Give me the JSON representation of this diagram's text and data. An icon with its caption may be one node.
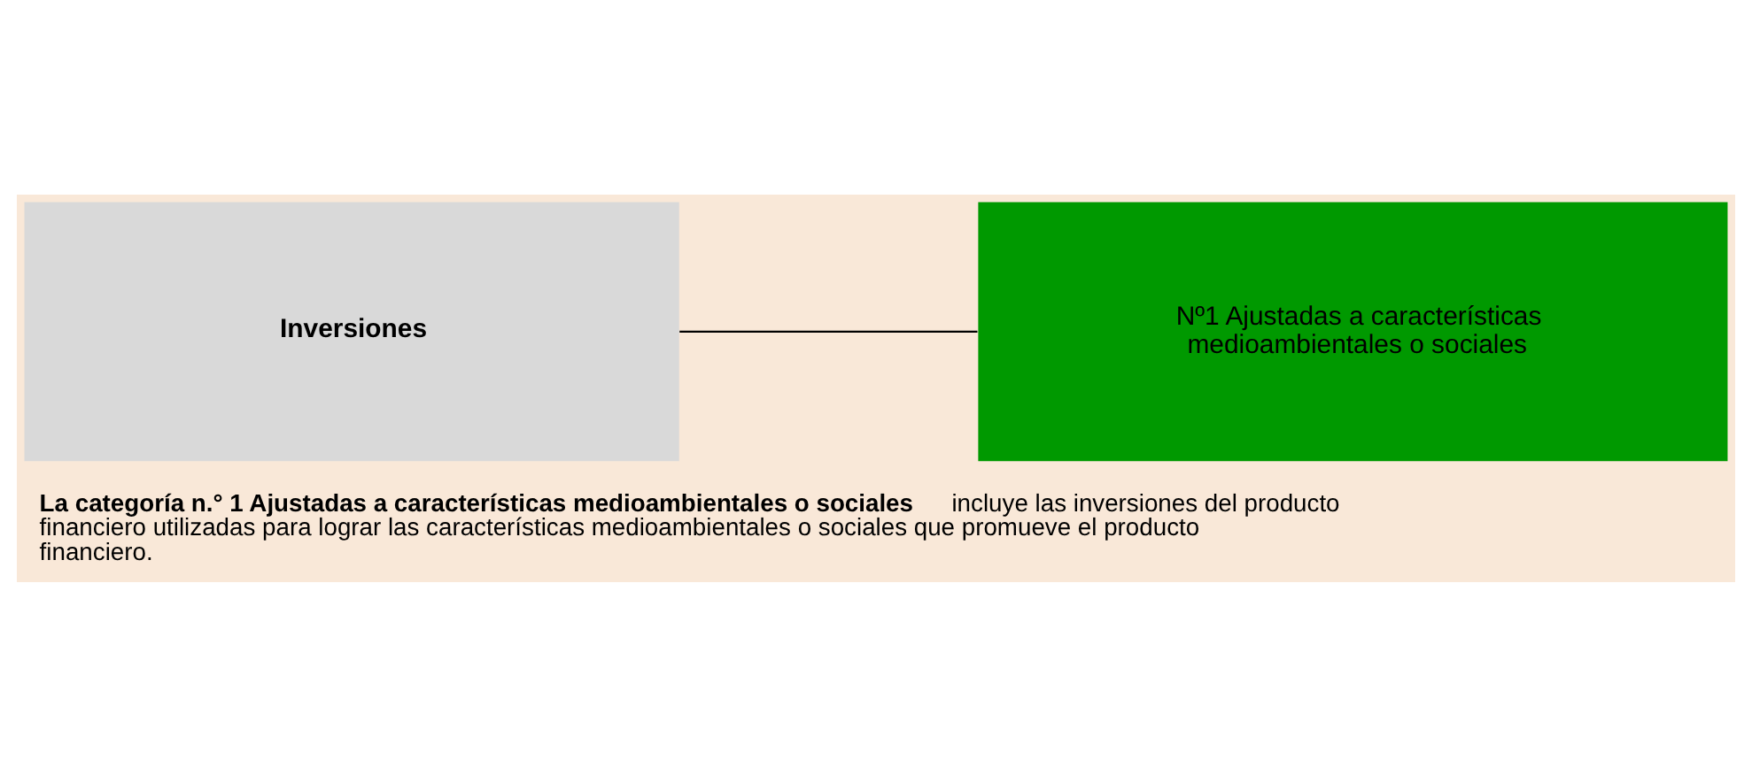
{
  "diagram": {
    "caption": "**La categoría n.° 1 Ajustadas a características medioambientales o sociales** incluye las inversiones del producto financiero utilizadas para lograr las características medioambientales o sociales que promueve el producto financiero.",
    "nodes": [
      {
        "text": [
          "Inversiones"
        ]
      },
      {
        "text": [
          "Nº1 Ajustadas a características medioambientales o sociales"
        ]
      }
    ],
    "edges": [
      {
        "from": 0,
        "to": 1,
        "arrow": "none"
      }
    ]
  }
}
